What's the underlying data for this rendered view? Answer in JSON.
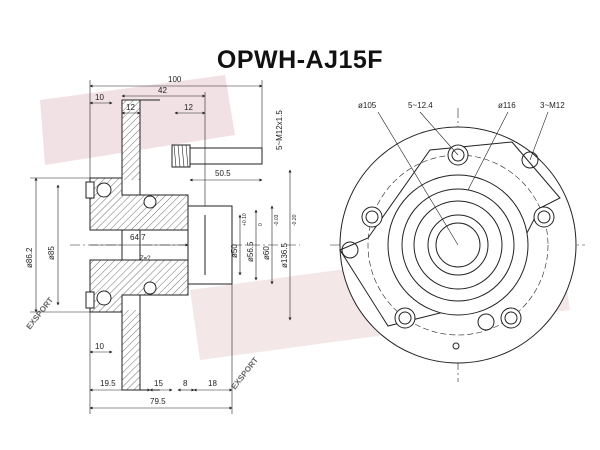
{
  "title": "OPWH-AJ15F",
  "watermark": "EXSPORT",
  "colors": {
    "line": "#222222",
    "hatch": "#333333",
    "watermark": "#e7c9cd",
    "watermark_dark": "#c99aa0"
  },
  "side_view": {
    "dims_top": {
      "total": "100",
      "left": "10",
      "span": "42",
      "flange_a": "12",
      "flange_b": "12"
    },
    "thread": "5~M12x1.5",
    "stud_len": "50.5",
    "bore_depth": "64.7",
    "inner_label": "Z=?",
    "left_dia_a": "ø86.2",
    "left_dia_b": "ø85",
    "right_dias": [
      "ø50",
      "ø56.5",
      "ø60",
      "ø136.5"
    ],
    "tolerances": [
      "+0.10",
      "0",
      "-0.03",
      "-0.20"
    ],
    "dims_bottom": {
      "left": "10",
      "a": "19.5",
      "b": "15",
      "c": "8",
      "d": "18",
      "total": "79.5"
    }
  },
  "front_view": {
    "labels": {
      "pcd_inner": "ø105",
      "holes_a": "5~12.4",
      "pcd_outer": "ø116",
      "holes_b": "3~M12"
    }
  }
}
